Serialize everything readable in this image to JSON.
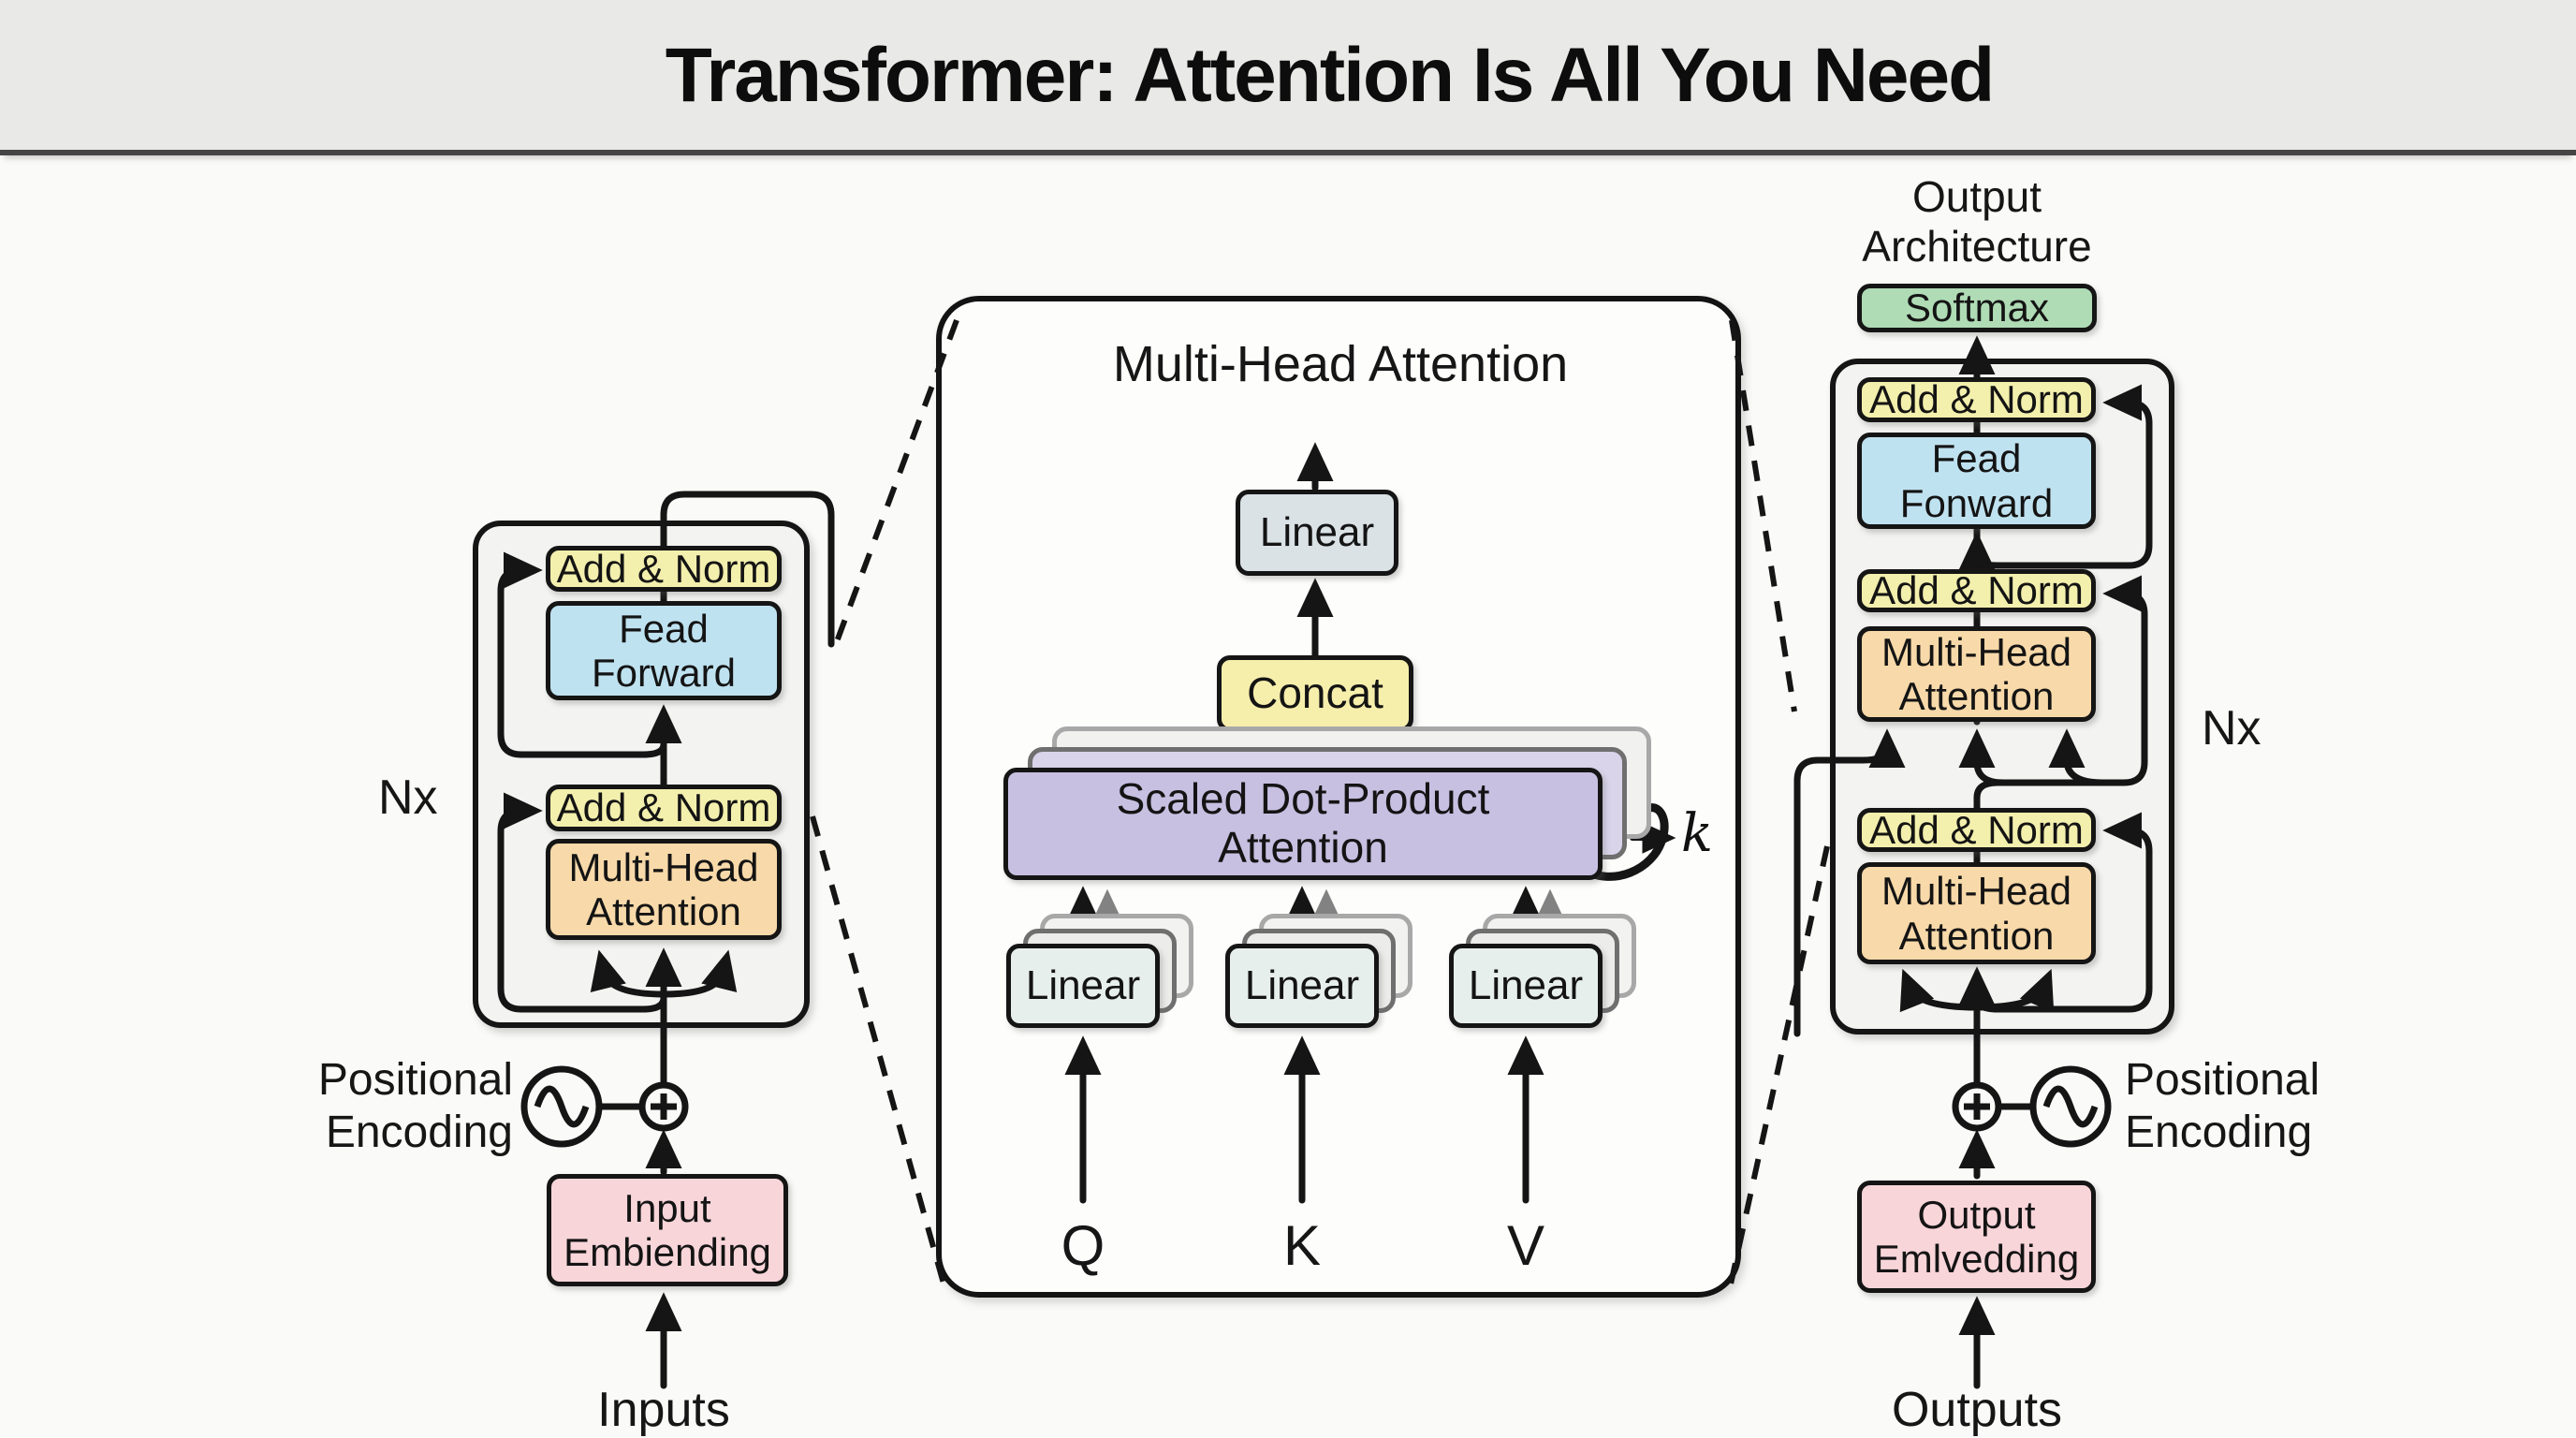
{
  "header": {
    "title": "Transformer: Attention Is All You Need"
  },
  "encoder": {
    "repeat_label": "Nx",
    "add_norm_top": "Add & Norm",
    "feed_forward": "Fead Forward",
    "add_norm_bottom": "Add & Norm",
    "multi_head_attention": "Multi-Head Attention",
    "positional_encoding_label": "Positional Encoding",
    "input_embedding": "Input Embiending",
    "inputs_label": "Inputs"
  },
  "attention_panel": {
    "title": "Multi-Head Attention",
    "linear_out": "Linear",
    "concat": "Concat",
    "scaled_dot_product": "Scaled Dot-Product Attention",
    "head_annotation": "k",
    "linear_q": "Linear",
    "linear_k": "Linear",
    "linear_v": "Linear",
    "q_label": "Q",
    "k_label": "K",
    "v_label": "V"
  },
  "decoder": {
    "section_label": "Output Architecture",
    "softmax": "Softmax",
    "add_norm_top": "Add & Norm",
    "feed_forward": "Fead Fonward",
    "add_norm_mid": "Add & Norm",
    "multi_head_attention_mid": "Multi-Head Attention",
    "add_norm_bottom": "Add & Norm",
    "multi_head_attention_bottom": "Multi-Head Attention",
    "repeat_label": "Nx",
    "positional_encoding_label": "Positional Encoding",
    "output_embedding": "Output Emlvedding",
    "outputs_label": "Outputs"
  },
  "colors": {
    "add_norm": "#f3efad",
    "feed_forward": "#bfe2f0",
    "attention": "#f8d9a9",
    "embedding": "#f8d5d9",
    "softmax": "#afdbb5",
    "linear_out": "#dae2e6",
    "concat": "#f6eeab",
    "scaled_attention": "#c7c0e1",
    "linear_qkv": "#e7efec",
    "block_fill": "#f3f3f1",
    "panel_fill": "#fdfdfc",
    "outline": "#151515",
    "header_bg": "#e9e9e7"
  }
}
